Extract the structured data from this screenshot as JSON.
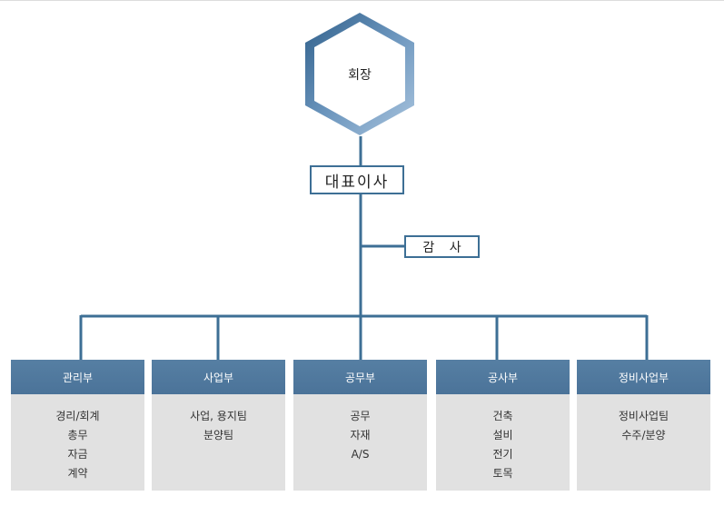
{
  "chairman": {
    "label": "회장"
  },
  "ceo": {
    "label": "대표이사"
  },
  "auditor": {
    "label": "감 사"
  },
  "departments": [
    {
      "name": "관리부",
      "items": [
        "경리/회계",
        "총무",
        "자금",
        "계약"
      ]
    },
    {
      "name": "사업부",
      "items": [
        "사업, 용지팀",
        "분양팀"
      ]
    },
    {
      "name": "공무부",
      "items": [
        "공무",
        "자재",
        "A/S"
      ]
    },
    {
      "name": "공사부",
      "items": [
        "건축",
        "설비",
        "전기",
        "토목"
      ]
    },
    {
      "name": "정비사업부",
      "items": [
        "정비사업팀",
        "수주/분양"
      ]
    }
  ],
  "colors": {
    "line": "#3d6f95",
    "header": "#4e77a0",
    "body": "#e1e1e1"
  }
}
